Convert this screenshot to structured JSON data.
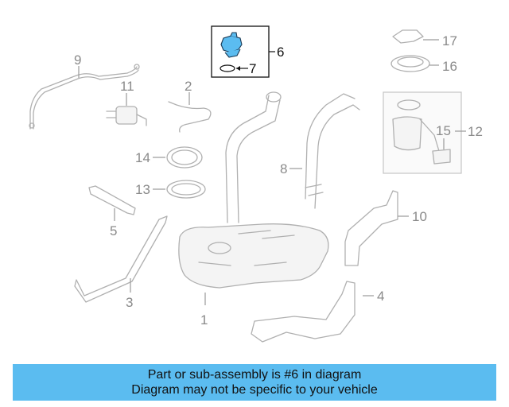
{
  "callouts": {
    "n1": "1",
    "n2": "2",
    "n3": "3",
    "n4": "4",
    "n5": "5",
    "n6": "6",
    "n7": "7",
    "n8": "8",
    "n9": "9",
    "n10": "10",
    "n11": "11",
    "n12": "12",
    "n13": "13",
    "n14": "14",
    "n15": "15",
    "n16": "16",
    "n17": "17"
  },
  "highlight": {
    "part_number": "6",
    "color": "#5bbcf0"
  },
  "banner": {
    "line1": "Part or sub-assembly is #6 in diagram",
    "line2": "Diagram may not be specific to your vehicle",
    "color": "#5bbcf0"
  }
}
